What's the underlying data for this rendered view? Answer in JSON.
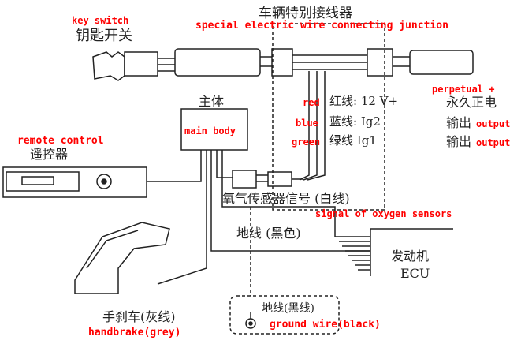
{
  "labels": {
    "key_switch_en": "key switch",
    "key_switch_cn": "钥匙开关",
    "junction_cn": "车辆特别接线器",
    "junction_en": "special electric wire connecting junction",
    "main_body_cn": "主体",
    "main_body_en": "main body",
    "remote_en": "remote control",
    "remote_cn": "遥控器",
    "red_en": "red",
    "red_cn": "红线: 12 V+",
    "blue_en": "blue",
    "blue_cn": "蓝线: Ig2",
    "green_en": "green",
    "green_cn": "绿线  Ig1",
    "perpetual_en": "perpetual +",
    "perpetual_cn": "永久正电",
    "output1_cn": "输出",
    "output1_en": "output",
    "output2_cn": "输出",
    "output2_en": "output",
    "oxygen_cn": "氧气传感器信号 (白线)",
    "oxygen_en": "signal of oxygen sensors",
    "ground_cn": "地线 (黑色)",
    "engine_cn": "发动机",
    "engine_ecu": "ECU",
    "handbrake_cn": "手刹车(灰线)",
    "handbrake_en": "handbrake(grey)",
    "ground_black_cn": "地线(黑线)",
    "ground_black_en": "ground wire(black)"
  },
  "colors": {
    "annotation": "#ff0000",
    "line": "#222222"
  }
}
